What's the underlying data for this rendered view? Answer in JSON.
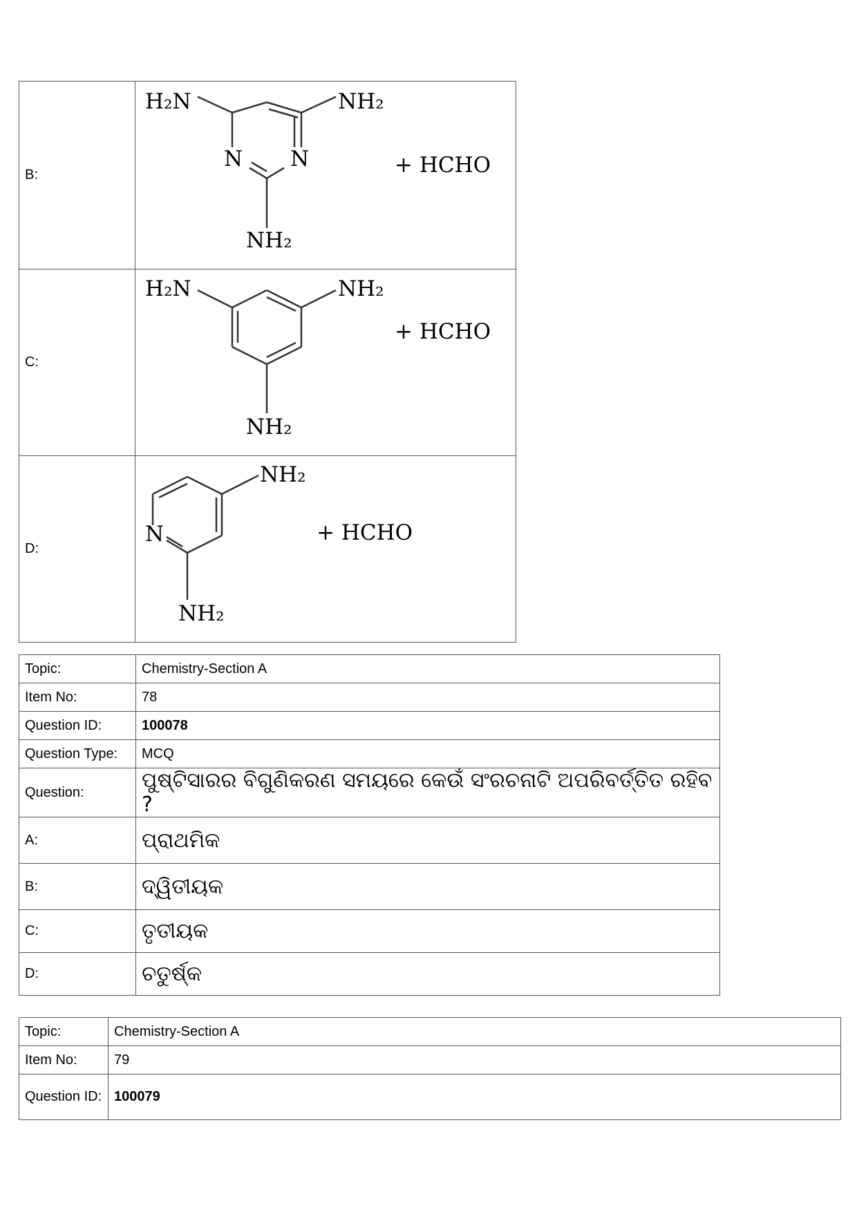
{
  "options_table": {
    "rows": [
      {
        "label": "B:",
        "structure": {
          "h2n_left": "H₂N",
          "nh2_right": "NH₂",
          "nh2_bottom": "NH₂",
          "n_left": "N",
          "n_right": "N",
          "reagent": "+ HCHO"
        }
      },
      {
        "label": "C:",
        "structure": {
          "h2n_left": "H₂N",
          "nh2_right": "NH₂",
          "nh2_bottom": "NH₂",
          "reagent": "+ HCHO"
        }
      },
      {
        "label": "D:",
        "structure": {
          "nh2_top": "NH₂",
          "n_ring": "N",
          "nh2_bottom": "NH₂",
          "reagent": "+ HCHO"
        }
      }
    ]
  },
  "question_78": {
    "rows": [
      {
        "label": "Topic:",
        "value": "Chemistry-Section A"
      },
      {
        "label": "Item No:",
        "value": "78"
      },
      {
        "label": "Question ID:",
        "value": "100078"
      },
      {
        "label": "Question Type:",
        "value": "MCQ"
      },
      {
        "label": "Question:",
        "value": "ପୁଷ୍ଟିସାରର ବିଗୁଣିକରଣ ସମୟରେ କେଉଁ ସଂରଚନାଟି ଅପରିବର୍ତ୍ତିତ ରହିବ ?"
      },
      {
        "label": "A:",
        "value": "ପ୍ରାଥମିକ"
      },
      {
        "label": "B:",
        "value": "ଦ୍ୱିତୀୟକ"
      },
      {
        "label": "C:",
        "value": "ତୃତୀୟକ"
      },
      {
        "label": "D:",
        "value": "ଚତୁର୍ଷ୍କ"
      }
    ]
  },
  "question_79": {
    "rows": [
      {
        "label": "Topic:",
        "value": "Chemistry-Section A"
      },
      {
        "label": "Item No:",
        "value": "79"
      },
      {
        "label": "Question ID:",
        "value": "100079"
      }
    ]
  }
}
